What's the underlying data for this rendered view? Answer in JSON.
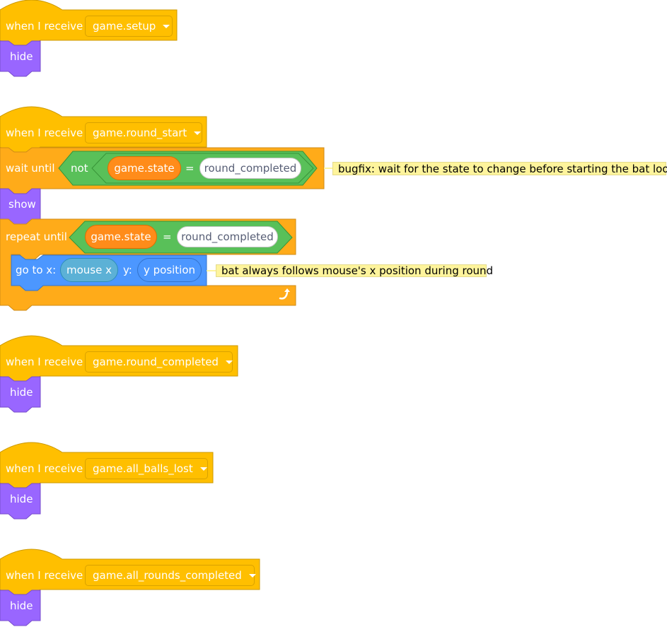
{
  "scripts": [
    {
      "hat_label": "when I receive",
      "message": "game.setup",
      "action": "hide"
    },
    {
      "hat_label": "when I receive",
      "message": "game.round_start",
      "wait_label": "wait until",
      "not_label": "not",
      "wait_var": "game.state",
      "wait_eq": "=",
      "wait_value": "round_completed",
      "wait_comment": "bugfix: wait for the state to change before starting the bat loop",
      "show_label": "show",
      "repeat_label": "repeat until",
      "repeat_var": "game.state",
      "repeat_eq": "=",
      "repeat_value": "round_completed",
      "goto_label": "go to x:",
      "goto_x_reporter": "mouse x",
      "goto_y_label": "y:",
      "goto_y_reporter": "y position",
      "goto_comment": "bat always follows mouse's x position during round"
    },
    {
      "hat_label": "when I receive",
      "message": "game.round_completed",
      "action": "hide"
    },
    {
      "hat_label": "when I receive",
      "message": "game.all_balls_lost",
      "action": "hide"
    },
    {
      "hat_label": "when I receive",
      "message": "game.all_rounds_completed",
      "action": "hide"
    }
  ],
  "colors": {
    "events": "#ffbf00",
    "control": "#ffab19",
    "looks": "#9966ff",
    "operators": "#59c059",
    "variables": "#ff8c1a",
    "motion": "#4c97ff",
    "sensing": "#5cb1d6",
    "comment": "#fef49c"
  }
}
